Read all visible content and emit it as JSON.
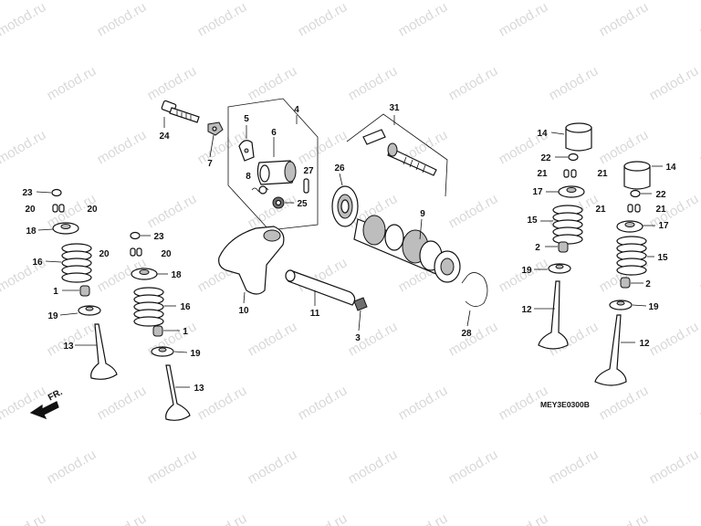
{
  "watermark": "motod.ru",
  "diagram_code": "MEY3E0300B",
  "direction_label": "FR.",
  "callouts": {
    "c1a": "1",
    "c1b": "1",
    "c2a": "2",
    "c2b": "2",
    "c3": "3",
    "c4": "4",
    "c5": "5",
    "c6": "6",
    "c7": "7",
    "c8": "8",
    "c9": "9",
    "c10": "10",
    "c11": "11",
    "c12a": "12",
    "c12b": "12",
    "c13a": "13",
    "c13b": "13",
    "c14a": "14",
    "c14b": "14",
    "c15a": "15",
    "c15b": "15",
    "c16a": "16",
    "c16b": "16",
    "c17a": "17",
    "c17b": "17",
    "c18a": "18",
    "c18b": "18",
    "c19a": "19",
    "c19b": "19",
    "c19c": "19",
    "c19d": "19",
    "c20a": "20",
    "c20b": "20",
    "c20c": "20",
    "c20d": "20",
    "c21a": "21",
    "c21b": "21",
    "c21c": "21",
    "c21d": "21",
    "c22a": "22",
    "c22b": "22",
    "c23a": "23",
    "c23b": "23",
    "c24": "24",
    "c25": "25",
    "c26": "26",
    "c27": "27",
    "c28": "28",
    "c31": "31"
  }
}
